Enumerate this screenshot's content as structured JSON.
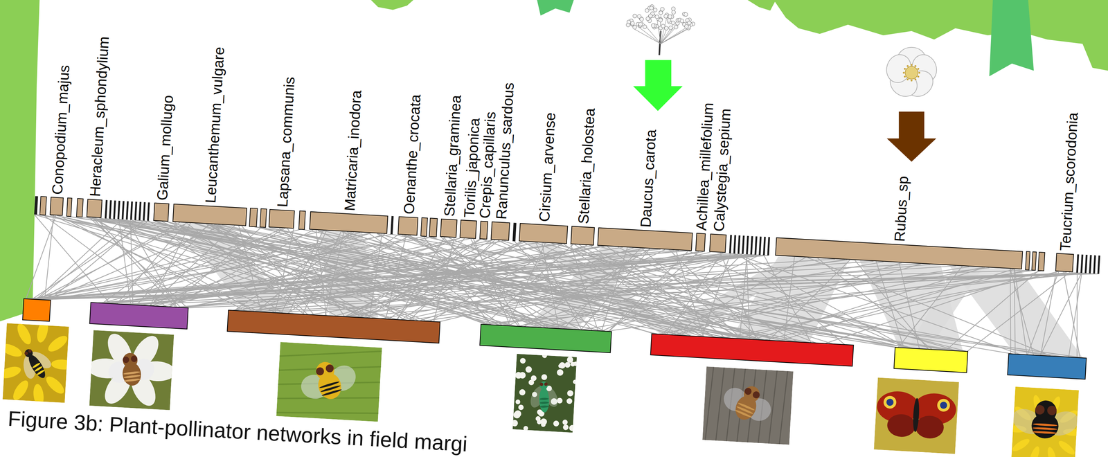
{
  "diagram": {
    "caption": "Figure 3b: Plant-pollinator networks in field margi",
    "nodes": [
      {
        "text": [
          "Conopodium_majus"
        ]
      },
      {
        "text": [
          "Heracleum_sphondylium"
        ]
      },
      {
        "text": [
          "Galium_mollugo"
        ]
      },
      {
        "text": [
          "Leucanthemum_vulgare"
        ]
      },
      {
        "text": [
          "Lapsana_communis"
        ]
      },
      {
        "text": [
          "Matricaria_inodora"
        ]
      },
      {
        "text": [
          "Oenanthe_crocata"
        ]
      },
      {
        "text": [
          "Stellaria_graminea"
        ]
      },
      {
        "text": [
          "Torilis_japonica"
        ]
      },
      {
        "text": [
          "Crepis_capillaris"
        ]
      },
      {
        "text": [
          "Ranunculus_sardous"
        ]
      },
      {
        "text": [
          "Cirsium_arvense"
        ]
      },
      {
        "text": [
          "Stellaria_holostea"
        ]
      },
      {
        "text": [
          "Daucus_carota"
        ]
      },
      {
        "text": [
          "Achillea_millefolium"
        ]
      },
      {
        "text": [
          "Calystegia_sepium"
        ]
      },
      {
        "text": [
          "Rubus_sp"
        ]
      },
      {
        "text": [
          "Teucrium_scorodonia"
        ]
      }
    ]
  }
}
